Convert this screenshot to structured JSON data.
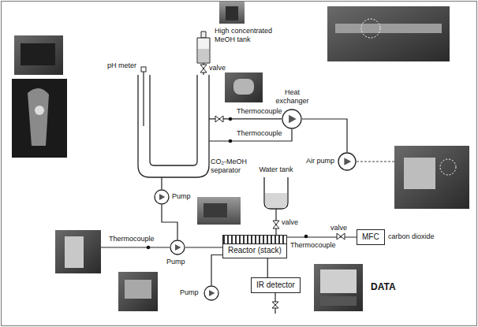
{
  "diagram": {
    "nodes": [
      {
        "text": [
          "High concentrated MeOH tank"
        ]
      },
      {
        "text": [
          "CO₂-MeOH separator"
        ]
      },
      {
        "text": [
          "Heat exchanger"
        ]
      },
      {
        "text": [
          "Air pump"
        ]
      },
      {
        "text": [
          "Pump"
        ]
      },
      {
        "text": [
          "Water tank"
        ]
      },
      {
        "text": [
          "MFC"
        ]
      },
      {
        "text": [
          "Pump"
        ]
      },
      {
        "text": [
          "Reactor (stack)"
        ]
      },
      {
        "text": [
          "Pump"
        ]
      },
      {
        "text": [
          "IR detector"
        ]
      }
    ],
    "edges": [
      {
        "from": 0,
        "to": 1,
        "arrow": "none"
      },
      {
        "from": 1,
        "to": 2,
        "arrow": "none"
      },
      {
        "from": 2,
        "to": 1,
        "arrow": "none"
      },
      {
        "from": 2,
        "to": 3,
        "arrow": "none"
      },
      {
        "from": 1,
        "to": 4,
        "arrow": "none"
      },
      {
        "from": 4,
        "to": 7,
        "arrow": "none"
      },
      {
        "from": 7,
        "to": 8,
        "arrow": "none"
      },
      {
        "from": 5,
        "to": 8,
        "arrow": "none"
      },
      {
        "from": 6,
        "to": 8,
        "arrow": "none"
      },
      {
        "from": 9,
        "to": 8,
        "arrow": "none"
      },
      {
        "from": 8,
        "to": 10,
        "arrow": "none"
      }
    ],
    "labels": [
      "pH meter",
      "valve",
      "Thermocouple",
      "Thermocouple",
      "valve",
      "Thermocouple",
      "valve",
      "Thermocouple",
      "carbon dioxide",
      "DATA"
    ]
  }
}
